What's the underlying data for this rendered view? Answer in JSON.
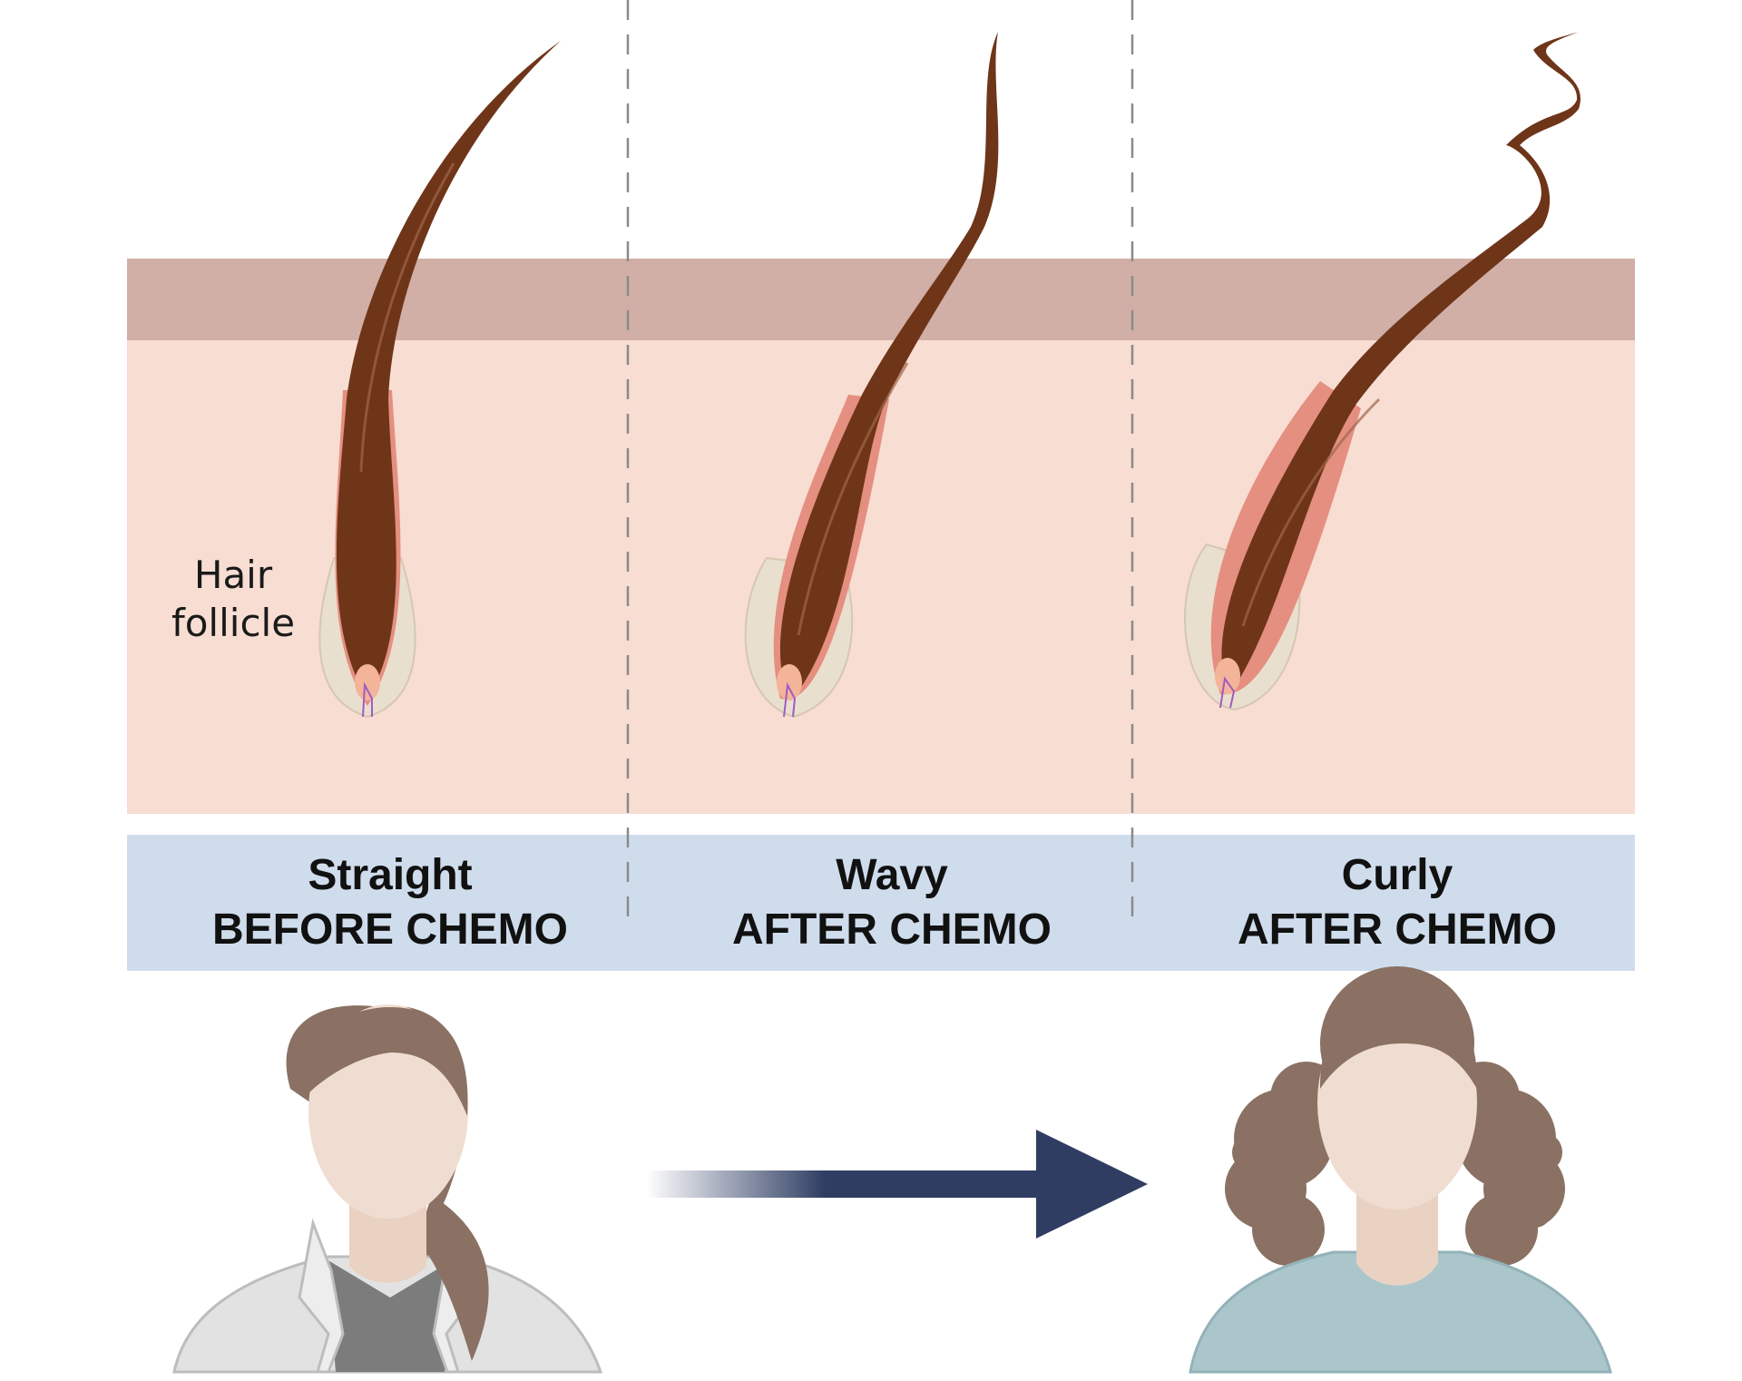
{
  "annotation": {
    "line1": "Hair",
    "line2": "follicle"
  },
  "panels": [
    {
      "hair_type": "Straight",
      "condition": "BEFORE CHEMO"
    },
    {
      "hair_type": "Wavy",
      "condition": "AFTER CHEMO"
    },
    {
      "hair_type": "Curly",
      "condition": "AFTER CHEMO"
    }
  ],
  "colors": {
    "epidermis": "#d1afa6",
    "dermis": "#f8ddd3",
    "label_band": "#cfdcec",
    "hair": "#6e3519",
    "hair_dark": "#4a2210",
    "follicle_sheath": "#e9dfcf",
    "follicle_pink": "#e58f80",
    "papilla": "#f4b49a",
    "divider": "#8a8a8a",
    "arrow": "#2f3d63",
    "person_hair": "#8a7163",
    "skin": "#f0ddd1",
    "lab_coat": "#e2e2e2",
    "shirt_dark": "#7c7c7c",
    "scrubs": "#aac6cb"
  }
}
